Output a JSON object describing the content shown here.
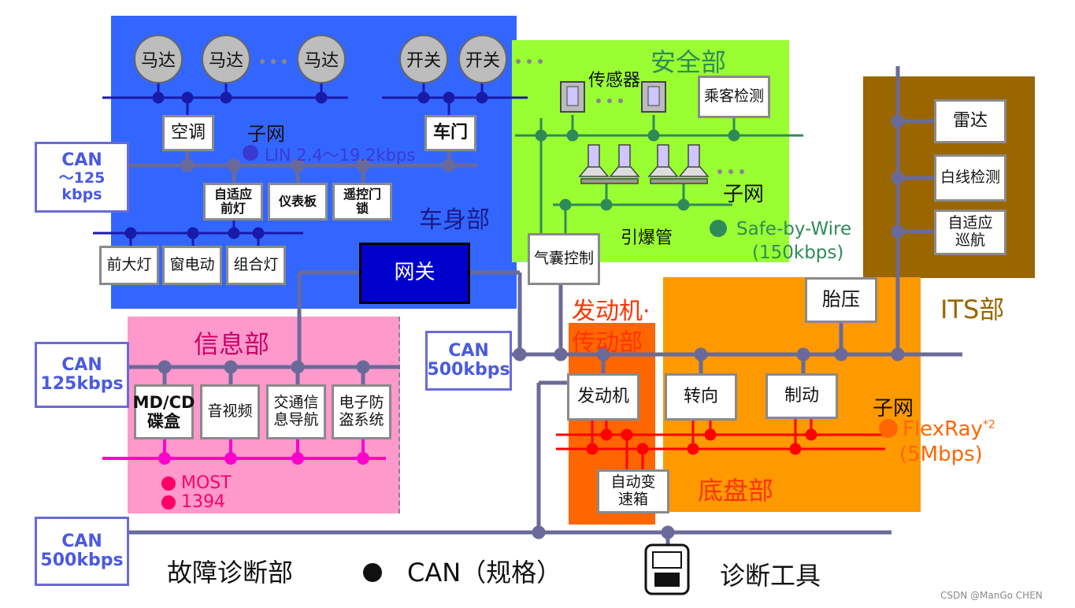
{
  "body_dept": {
    "title": "车身部",
    "motor_labels": [
      "马达",
      "马达",
      "马达"
    ],
    "switch_labels": [
      "开关",
      "开关"
    ],
    "ac": "空调",
    "door": "车门",
    "subnet": "子网",
    "lin": "LIN 2.4～19.2kbps",
    "modules": [
      "自适应\n前灯",
      "仪表板",
      "遥控门\n锁"
    ],
    "lights": [
      "前大灯",
      "窗电动",
      "组合灯"
    ],
    "gateway": "网关"
  },
  "can_boxes": [
    {
      "line1": "CAN",
      "line2": "～125 kbps"
    },
    {
      "line1": "CAN",
      "line2": "125kbps"
    },
    {
      "line1": "CAN",
      "line2": "500kbps"
    },
    {
      "line1": "CAN",
      "line2": "500kbps"
    }
  ],
  "safety_dept": {
    "title": "安全部",
    "sensor": "传感器",
    "passenger": "乘客检测",
    "subnet": "子网",
    "detonator": "引爆管",
    "protocol": "Safe-by-Wire",
    "speed": "(150kbps)",
    "airbag": "气囊控制"
  },
  "its_dept": {
    "title": "ITS部",
    "items": [
      "雷达",
      "白线检测",
      "自适应\n巡航"
    ]
  },
  "info_dept": {
    "title": "信息部",
    "items": [
      "MD/CD\n碟盒",
      "音视频",
      "交通信\n息导航",
      "电子防\n盗系统"
    ],
    "most": "MOST",
    "ieee": "1394"
  },
  "powertrain_dept": {
    "title_line1": "发动机·",
    "title_line2": "传动部",
    "engine": "发动机",
    "transmission": "自动变\n速箱"
  },
  "chassis_dept": {
    "title": "底盘部",
    "tire": "胎压",
    "steering": "转向",
    "brake": "制动",
    "subnet": "子网",
    "flexray": "FlexRay",
    "flexray_sup": "*2",
    "speed": "(5Mbps)"
  },
  "diag": {
    "title": "故障诊断部",
    "can_spec": "CAN（规格）",
    "tool": "诊断工具"
  },
  "watermark": "CSDN @ManGo CHEN",
  "colors": {
    "body_blue": "#3366ff",
    "safety_green": "#99ff33",
    "its_brown": "#996600",
    "info_pink": "#ff99cc",
    "powertrain_orange": "#ff6600",
    "chassis_orange": "#ff9900",
    "bus_gray": "#6a6a9a"
  }
}
